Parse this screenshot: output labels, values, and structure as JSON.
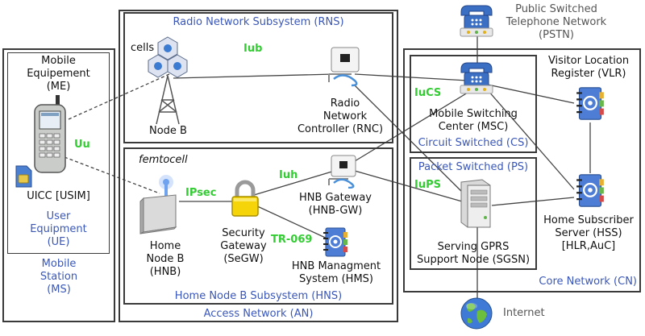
{
  "boxes": {
    "access_network": "Access Network (AN)",
    "rns": "Radio Network Subsystem (RNS)",
    "hns": "Home Node B Subsystem (HNS)",
    "core_network": "Core Network (CN)",
    "circuit_switched": "Circuit Switched (CS)",
    "packet_switched": "Packet Switched (PS)",
    "mobile_station": [
      "Mobile",
      "Station",
      "(MS)"
    ],
    "user_equipment": [
      "User",
      "Equipment",
      "(UE)"
    ]
  },
  "nodes": {
    "me": [
      "Mobile",
      "Equipement",
      "(ME)"
    ],
    "uicc": "UICC [USIM]",
    "cells": "cells",
    "node_b": "Node B",
    "rnc": [
      "Radio",
      "Network",
      "Controller (RNC)"
    ],
    "femtocell": "femtocell",
    "hnb": [
      "Home",
      "Node B",
      "(HNB)"
    ],
    "segw": [
      "Security",
      "Gateway",
      "(SeGW)"
    ],
    "hnb_gw": [
      "HNB Gateway",
      "(HNB-GW)"
    ],
    "hms": [
      "HNB Managment",
      "System (HMS)"
    ],
    "msc": [
      "Mobile Switching",
      "Center (MSC)"
    ],
    "sgsn": [
      "Serving GPRS",
      "Support Node (SGSN)"
    ],
    "vlr": [
      "Visitor Location",
      "Register (VLR)"
    ],
    "hss": [
      "Home Subscriber",
      "Server (HSS)",
      "[HLR,AuC]"
    ],
    "pstn": [
      "Public Switched",
      "Telephone Network",
      "(PSTN)"
    ],
    "internet": "Internet"
  },
  "interfaces": {
    "uu": "Uu",
    "iub": "Iub",
    "iucs": "IuCS",
    "iuh": "Iuh",
    "ipsec": "IPsec",
    "iups": "IuPS",
    "tr069": "TR-069"
  },
  "colors": {
    "border": "#3a3a3a",
    "blue_label": "#3a57b8",
    "interface_green": "#33cc33",
    "line": "#444444"
  },
  "icons": [
    "mobile-phone-icon",
    "sim-card-icon",
    "cell-tower-icon",
    "router-icon",
    "femtocell-icon",
    "padlock-icon",
    "address-book-icon",
    "telephone-icon",
    "server-icon",
    "globe-icon"
  ]
}
